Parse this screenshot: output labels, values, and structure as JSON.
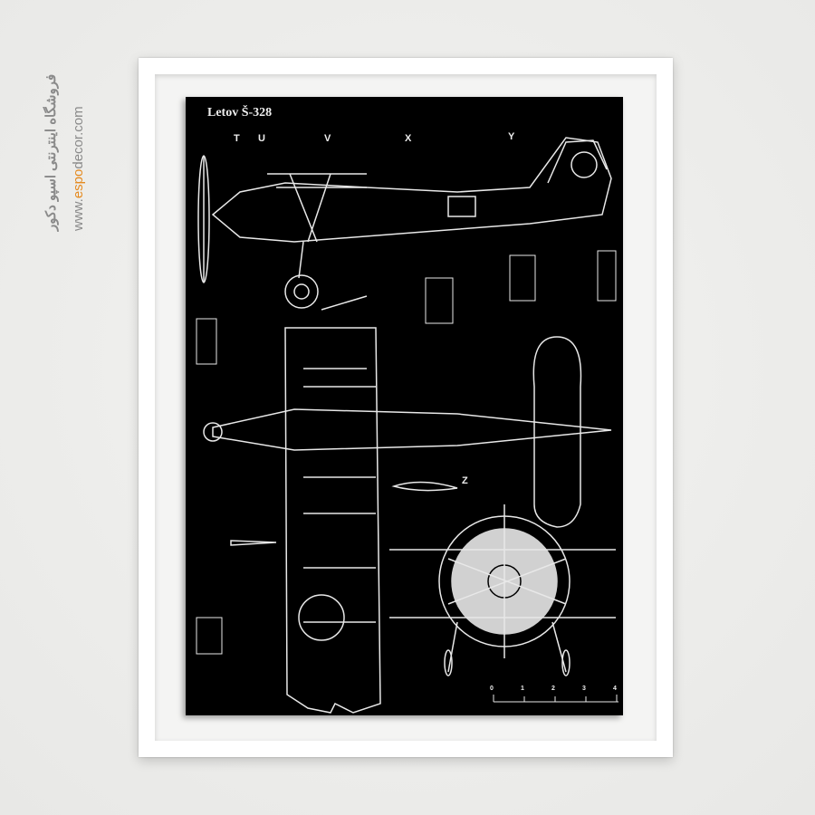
{
  "watermark": {
    "store_name_fa": "فروشگاه اینترنتی اسپو دکور",
    "url_prefix": "www.",
    "url_brand": "espo",
    "url_suffix": "decor.com",
    "accent_color": "#e58a1f"
  },
  "poster": {
    "title": "Letov Š-328",
    "section_labels": [
      "T",
      "U",
      "V",
      "X",
      "Y",
      "Z"
    ],
    "scale_ticks": [
      "0",
      "1",
      "2",
      "3",
      "4"
    ]
  }
}
